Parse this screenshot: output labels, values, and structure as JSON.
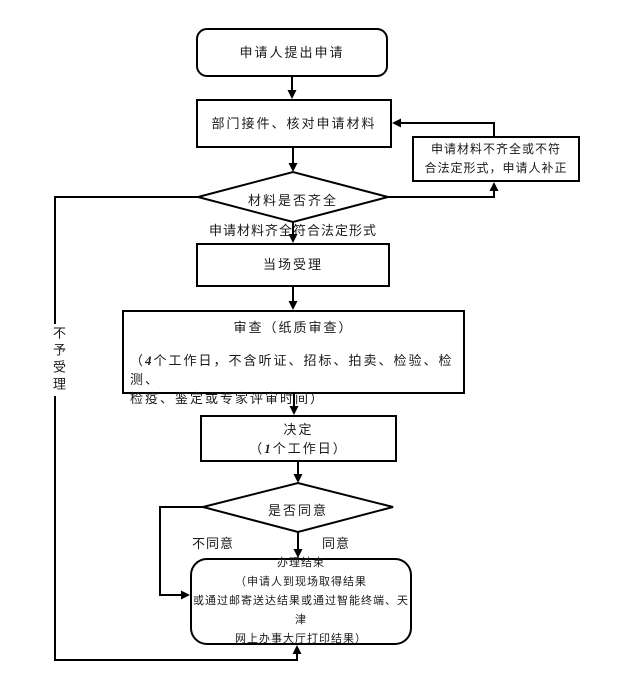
{
  "flowchart": {
    "nodes": {
      "start": {
        "label": "申请人提出申请"
      },
      "receive": {
        "label": "部门接件、核对申请材料"
      },
      "correction": {
        "line1": "申请材料不齐全或不符",
        "line2": "合法定形式，申请人补正"
      },
      "materials_check": {
        "label": "材料是否齐全"
      },
      "accept": {
        "label": "当场受理"
      },
      "review": {
        "title": "审查（纸质审查）",
        "note_open": "（",
        "note_days": "4",
        "note_line1_rest": "个工作日，不含听证、招标、拍卖、检验、检测、",
        "note_line2": "检疫、鉴定或专家评审时间）"
      },
      "decide": {
        "title": "决定",
        "open": "（",
        "days": "1",
        "rest": "个工作日）"
      },
      "agree_check": {
        "label": "是否同意"
      },
      "end": {
        "line1": "办理结束",
        "line2": "（申请人到现场取得结果",
        "line3": "或通过邮寄送达结果或通过智能终端、天津",
        "line4": "网上办事大厅打印结果）"
      }
    },
    "edge_labels": {
      "complete": "申请材料齐全符合法定形式",
      "disagree": "不同意",
      "agree": "同意",
      "reject": "不予受理"
    },
    "colors": {
      "line": "#000000",
      "background": "#ffffff"
    }
  }
}
